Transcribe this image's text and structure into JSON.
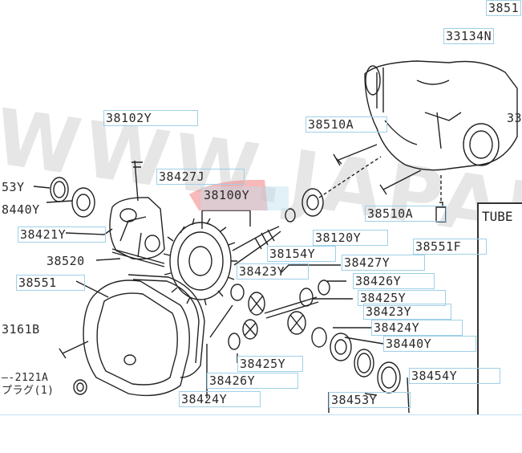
{
  "watermark": "WWW.JAPANCATS",
  "highlight_color": "#f28a8a",
  "tube_label": "TUBE",
  "labels": {
    "p38510_top": "3851",
    "p33134N": "33134N",
    "p33_right": "33",
    "p38102Y": "38102Y",
    "p38510A_1": "38510A",
    "p38427J": "38427J",
    "p38100Y": "38100Y",
    "p53Y": "53Y",
    "p38440Y_l": "8440Y",
    "p38421Y": "38421Y",
    "p38120Y": "38120Y",
    "p38510A_2": "38510A",
    "p38551F": "38551F",
    "p38154Y": "38154Y",
    "p38427Y": "38427Y",
    "p38520": "38520",
    "p38423Y_1": "38423Y",
    "p38426Y_r": "38426Y",
    "p38551": "38551",
    "p38425Y_r": "38425Y",
    "p38423Y_2": "38423Y",
    "p38424Y_r": "38424Y",
    "p38440Y_r": "38440Y",
    "p3161B": "3161B",
    "p38425Y_b": "38425Y",
    "p2121A": "—-2121A",
    "pplug": "プラグ(1)",
    "p38454Y": "38454Y",
    "p38426Y_b": "38426Y",
    "p38424Y_b": "38424Y",
    "p38453Y": "38453Y"
  }
}
